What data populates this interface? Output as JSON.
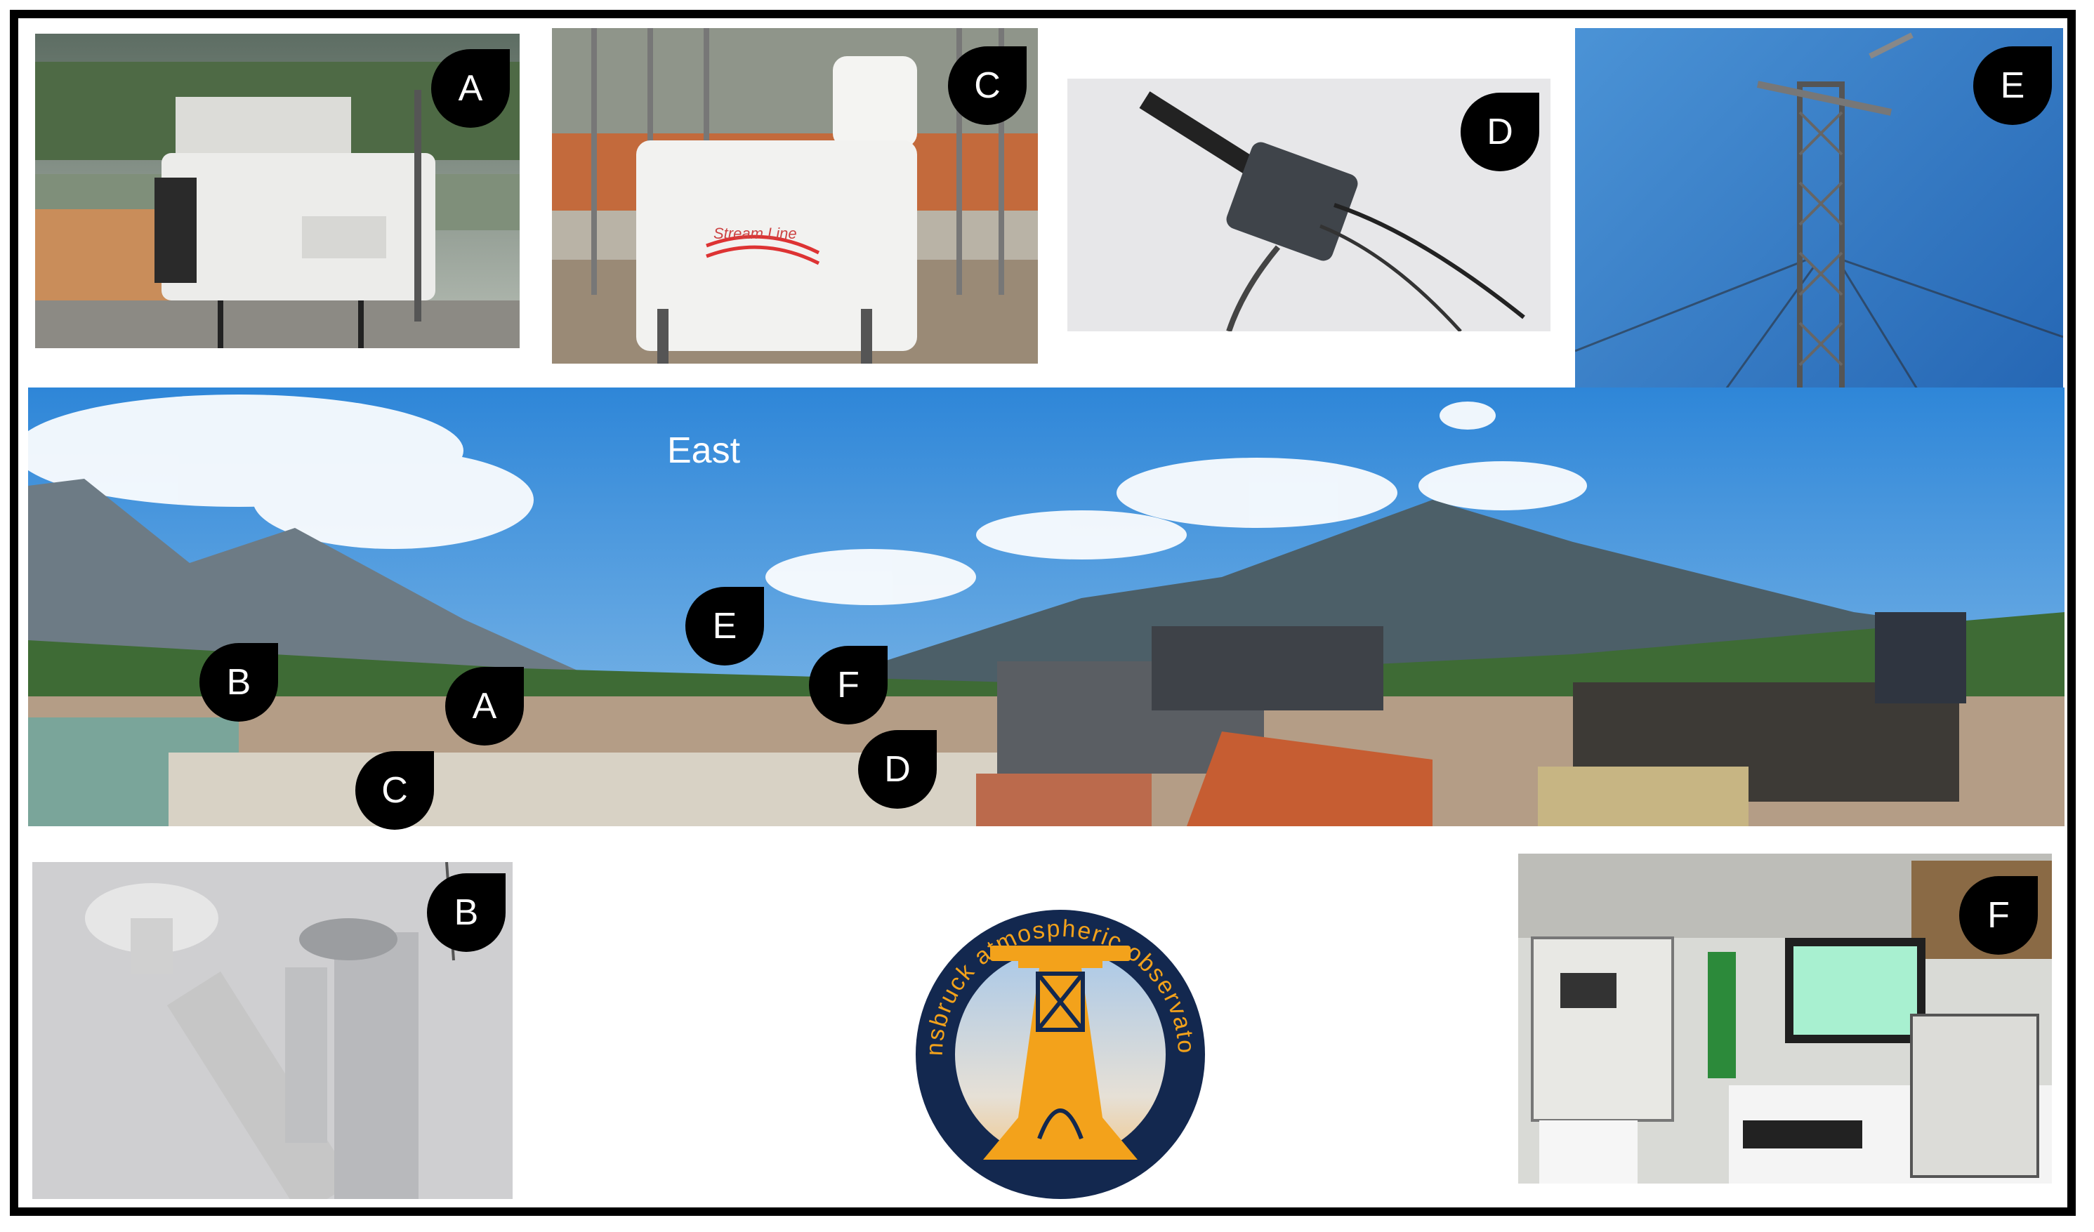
{
  "panels": {
    "a": {
      "label": "A"
    },
    "b": {
      "label": "B"
    },
    "c": {
      "label": "C",
      "brand_text": "Stream Line"
    },
    "d": {
      "label": "D"
    },
    "e": {
      "label": "E"
    },
    "f": {
      "label": "F"
    }
  },
  "panorama": {
    "direction_label": "East",
    "markers": [
      "A",
      "B",
      "C",
      "D",
      "E",
      "F"
    ]
  },
  "logo": {
    "text": "innsbruck atmospheric observatory",
    "colors": {
      "ring": "#13284f",
      "tower": "#f3a21b",
      "sky_top": "#a9c8e8",
      "sky_bottom": "#f0d0a0"
    }
  }
}
